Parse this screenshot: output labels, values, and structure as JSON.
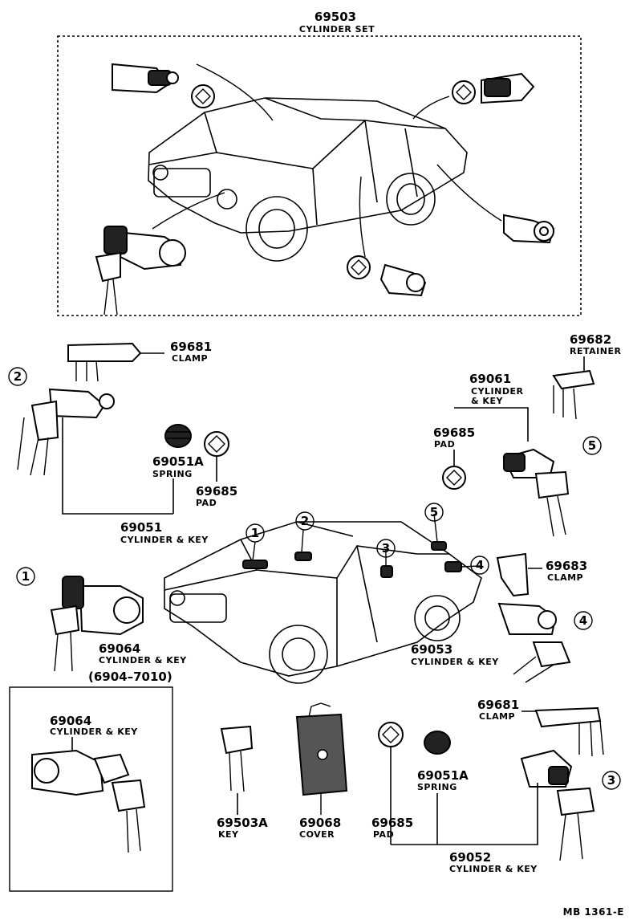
{
  "diagram": {
    "title_number": "69503",
    "title_label": "CYLINDER SET",
    "parts": [
      {
        "id": "p69681a",
        "number": "69681",
        "label": "CLAMP"
      },
      {
        "id": "p69682",
        "number": "69682",
        "label": "RETAINER"
      },
      {
        "id": "p69061",
        "number": "69061",
        "label": "CYLINDER",
        "label2": "& KEY"
      },
      {
        "id": "p69685a",
        "number": "69685",
        "label": "PAD"
      },
      {
        "id": "p69051A_a",
        "number": "69051A",
        "label": "SPRING"
      },
      {
        "id": "p69685b",
        "number": "69685",
        "label": "PAD"
      },
      {
        "id": "p69051",
        "number": "69051",
        "label": "CYLINDER & KEY"
      },
      {
        "id": "p69683",
        "number": "69683",
        "label": "CLAMP"
      },
      {
        "id": "p69064a",
        "number": "69064",
        "label": "CYLINDER & KEY",
        "note": "(6904–7010)"
      },
      {
        "id": "p69053",
        "number": "69053",
        "label": "CYLINDER & KEY"
      },
      {
        "id": "p69064b",
        "number": "69064",
        "label": "CYLINDER & KEY"
      },
      {
        "id": "p69681b",
        "number": "69681",
        "label": "CLAMP"
      },
      {
        "id": "p69503A",
        "number": "69503A",
        "label": "KEY"
      },
      {
        "id": "p69068",
        "number": "69068",
        "label": "COVER"
      },
      {
        "id": "p69685c",
        "number": "69685",
        "label": "PAD"
      },
      {
        "id": "p69051A_b",
        "number": "69051A",
        "label": "SPRING"
      },
      {
        "id": "p69052",
        "number": "69052",
        "label": "CYLINDER & KEY"
      }
    ],
    "callouts": [
      "1",
      "2",
      "3",
      "4",
      "5"
    ],
    "footer_code": "MB 1361-E"
  }
}
